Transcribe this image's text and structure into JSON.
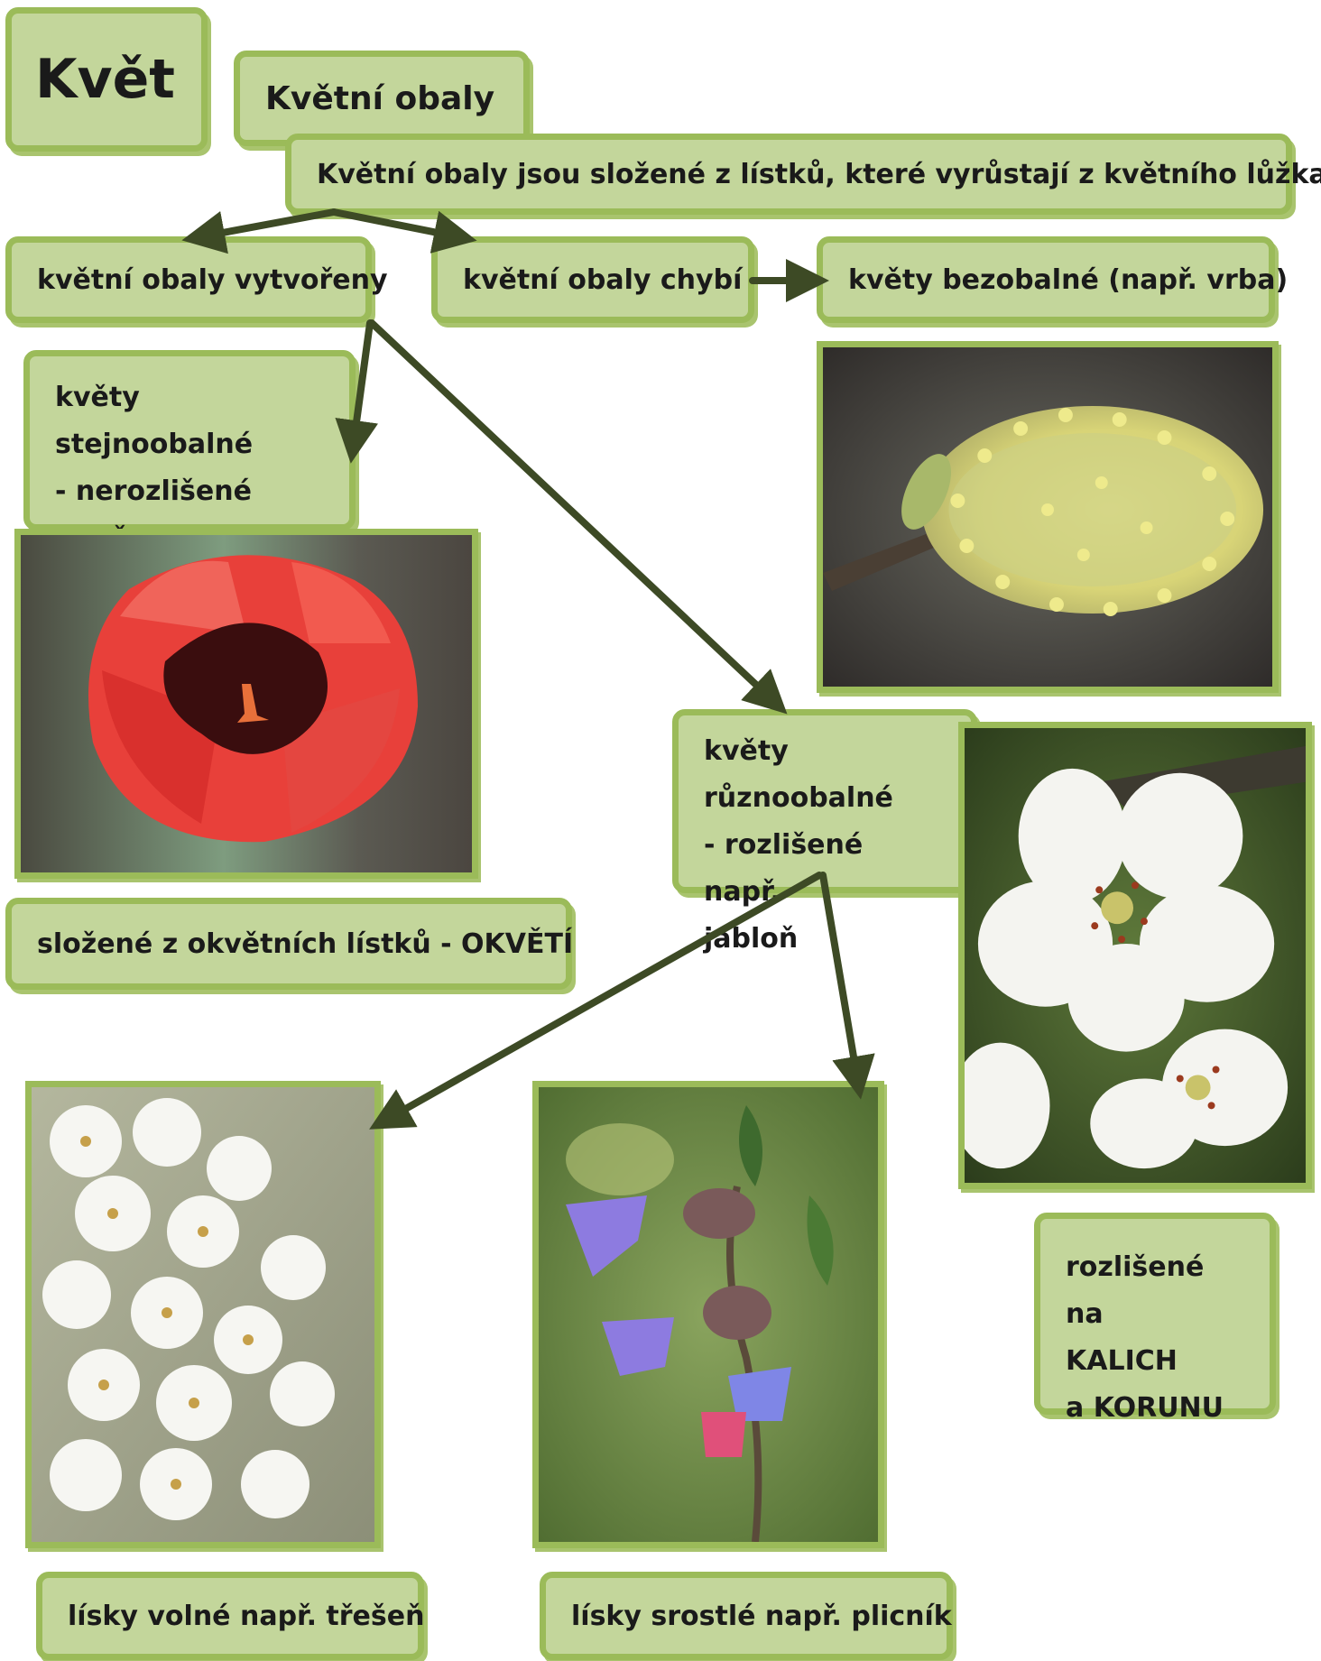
{
  "title": "Květ",
  "heading": "Květní obaly",
  "definition": "Květní obaly jsou složené z lístků, které vyrůstají z květního lůžka",
  "nodes": {
    "present": "květní obaly vytvořeny",
    "absent": "květní obaly chybí",
    "naked": "květy bezobalné (např. vrba)",
    "homochlamydeous": "květy stejnoobalné\n- nerozlišené např.\ntulipán",
    "tepals": "složené z okvětních lístků - OKVĚTÍ",
    "heterochlamydeous": "květy různoobalné\n- rozlišené např.\njabloň",
    "calyx_corolla": "rozlišené na\nKALICH\na KORUNU",
    "free_petals": "lísky volné např. třešeň",
    "fused_petals": "lísky srostlé např. plicník"
  },
  "photos": {
    "willow": "willow-catkin-photo",
    "tulip": "tulip-photo",
    "apple": "apple-blossom-photo",
    "cherry": "cherry-blossom-photo",
    "lungwort": "lungwort-photo"
  },
  "colors": {
    "box_fill": "#c3d69b",
    "box_border": "#9bbb59",
    "arrow": "#3d4a25"
  }
}
